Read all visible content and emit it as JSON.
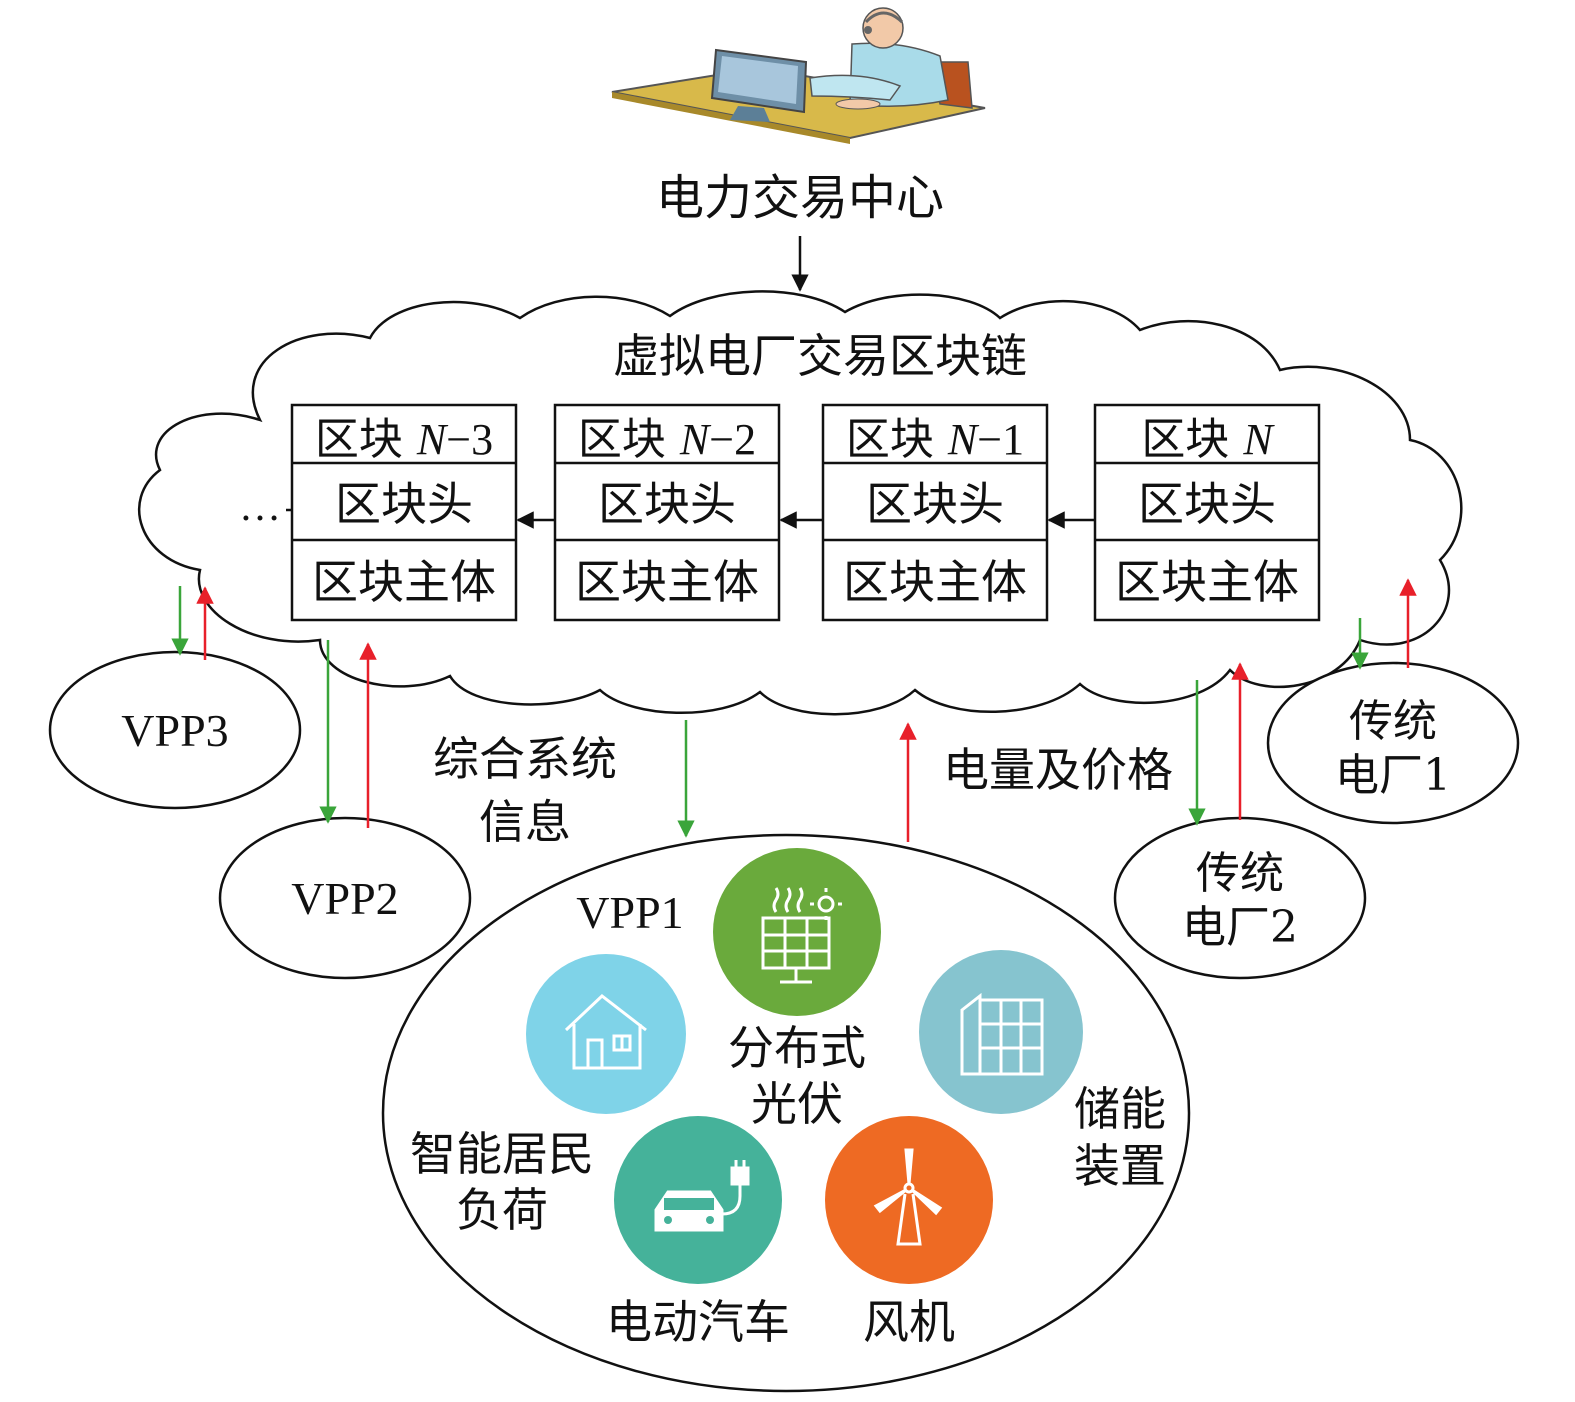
{
  "center": {
    "label": "电力交易中心"
  },
  "chain": {
    "title": "虚拟电厂交易区块链",
    "ellipsis": "…",
    "header_label": "区块头",
    "body_label": "区块主体",
    "block_prefix": "区块",
    "blocks": [
      {
        "name": "N",
        "suffix": "−3"
      },
      {
        "name": "N",
        "suffix": "−2"
      },
      {
        "name": "N",
        "suffix": "−1"
      },
      {
        "name": "N",
        "suffix": ""
      }
    ]
  },
  "nodes": {
    "vpp3": "VPP3",
    "vpp2": "VPP2",
    "vpp1": "VPP1",
    "plant1": [
      "传统",
      "电厂1"
    ],
    "plant2": [
      "传统",
      "电厂2"
    ]
  },
  "flows": {
    "system_info": [
      "综合系统",
      "信息"
    ],
    "energy_price": "电量及价格"
  },
  "resources": {
    "pv": [
      "分布式",
      "光伏"
    ],
    "home": [
      "智能居民",
      "负荷"
    ],
    "storage": [
      "储能",
      "装置"
    ],
    "ev": "电动汽车",
    "wind": "风机"
  },
  "colors": {
    "down_arrow": "#3aa53a",
    "up_arrow": "#e8202a",
    "pv": "#6aaa3c",
    "home": "#7fd3e8",
    "storage": "#86c4cf",
    "ev": "#45b29a",
    "wind": "#ee6a23"
  }
}
